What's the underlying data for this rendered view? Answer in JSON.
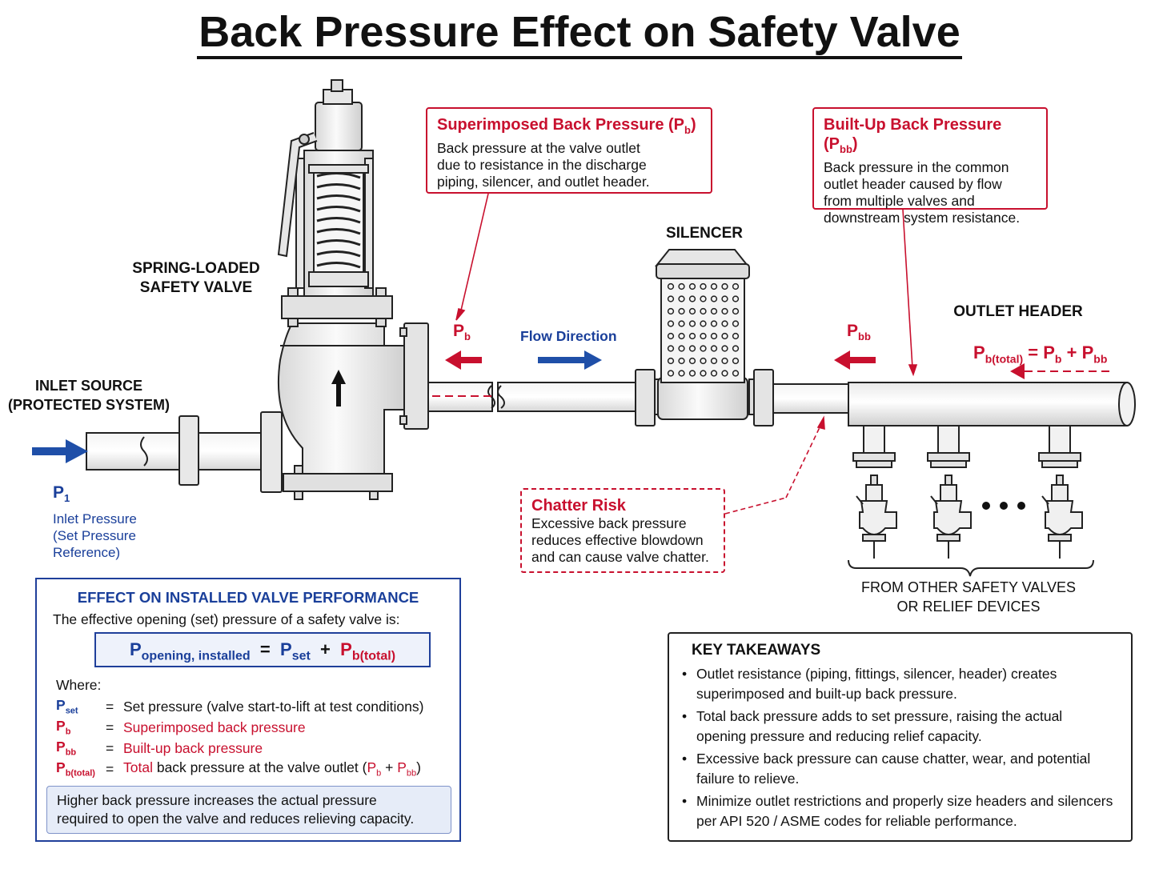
{
  "title": "Back Pressure Effect on Safety Valve",
  "labels": {
    "valve": [
      "SPRING-LOADED",
      "SAFETY VALVE"
    ],
    "inlet_source": [
      "INLET SOURCE",
      "(PROTECTED SYSTEM)"
    ],
    "silencer": "SILENCER",
    "outlet_header": "OUTLET HEADER",
    "flow_direction": "Flow Direction",
    "from_other": [
      "FROM OTHER SAFETY VALVES",
      "OR RELIEF DEVICES"
    ],
    "p1_symbol": "P",
    "p1_sub": "1",
    "inlet_pressure": [
      "Inlet Pressure",
      "(Set Pressure",
      "Reference)"
    ],
    "pb_symbol": "P",
    "pb_sub": "b",
    "pbb_symbol": "P",
    "pbb_sub": "bb",
    "total_eq": {
      "lhs": "P",
      "lhs_sub": "b(total)",
      "eq": "=",
      "t1": "P",
      "t1_sub": "b",
      "plus": "+",
      "t2": "P",
      "t2_sub": "bb"
    }
  },
  "superimposed": {
    "title": "Superimposed Back Pressure (P",
    "title_sub": "b",
    "title_close": ")",
    "lines": [
      "Back pressure at the valve outlet",
      "due to resistance in the discharge",
      "piping, silencer, and outlet header."
    ]
  },
  "builtup": {
    "title": "Built-Up Back Pressure (P",
    "title_sub": "bb",
    "title_close": ")",
    "lines": [
      "Back pressure in the common",
      "outlet header caused by flow",
      "from multiple valves and",
      "downstream system resistance."
    ]
  },
  "chatter": {
    "title": "Chatter Risk",
    "lines": [
      "Excessive back pressure",
      "reduces effective blowdown",
      "and can cause valve chatter."
    ]
  },
  "effect": {
    "title": "EFFECT ON INSTALLED VALVE PERFORMANCE",
    "intro": "The effective opening (set) pressure of a safety valve is:",
    "formula": {
      "lhs": "P",
      "lhs_sub": "opening, installed",
      "eq": "=",
      "a": "P",
      "a_sub": "set",
      "plus": "+",
      "b": "P",
      "b_sub": "b(total)"
    },
    "where": "Where:",
    "defs": [
      {
        "sym": "P",
        "sub": "set",
        "eq": "=",
        "text": "Set pressure (valve start-to-lift at test conditions)"
      },
      {
        "sym": "P",
        "sub": "b",
        "eq": "=",
        "text": "Superimposed back pressure"
      },
      {
        "sym": "P",
        "sub": "bb",
        "eq": "=",
        "text": "Built-up back pressure"
      },
      {
        "sym": "P",
        "sub": "b(total)",
        "eq": "=",
        "text_red": "Total",
        "text": " back pressure at the valve outlet (",
        "s1": "P",
        "s1_sub": "b",
        "mid": " + ",
        "s2": "P",
        "s2_sub": "bb",
        "end": ")"
      }
    ],
    "note": [
      "Higher back pressure increases the actual pressure",
      "required to open the valve and reduces relieving capacity."
    ]
  },
  "takeaways": {
    "title": "KEY TAKEAWAYS",
    "items": [
      [
        "Outlet resistance (piping, fittings, silencer, header) creates",
        "superimposed and built-up back pressure."
      ],
      [
        "Total back pressure adds to set pressure, raising the actual",
        "opening pressure and reducing relief capacity."
      ],
      [
        "Excessive back pressure can cause chatter, wear, and potential",
        "failure to relieve."
      ],
      [
        "Minimize outlet restrictions and properly size headers and silencers",
        "per API 520 / ASME codes for reliable performance."
      ]
    ]
  },
  "colors": {
    "red": "#c8102e",
    "blue": "#1a3f9a",
    "arrow_blue": "#1f4fa8"
  }
}
